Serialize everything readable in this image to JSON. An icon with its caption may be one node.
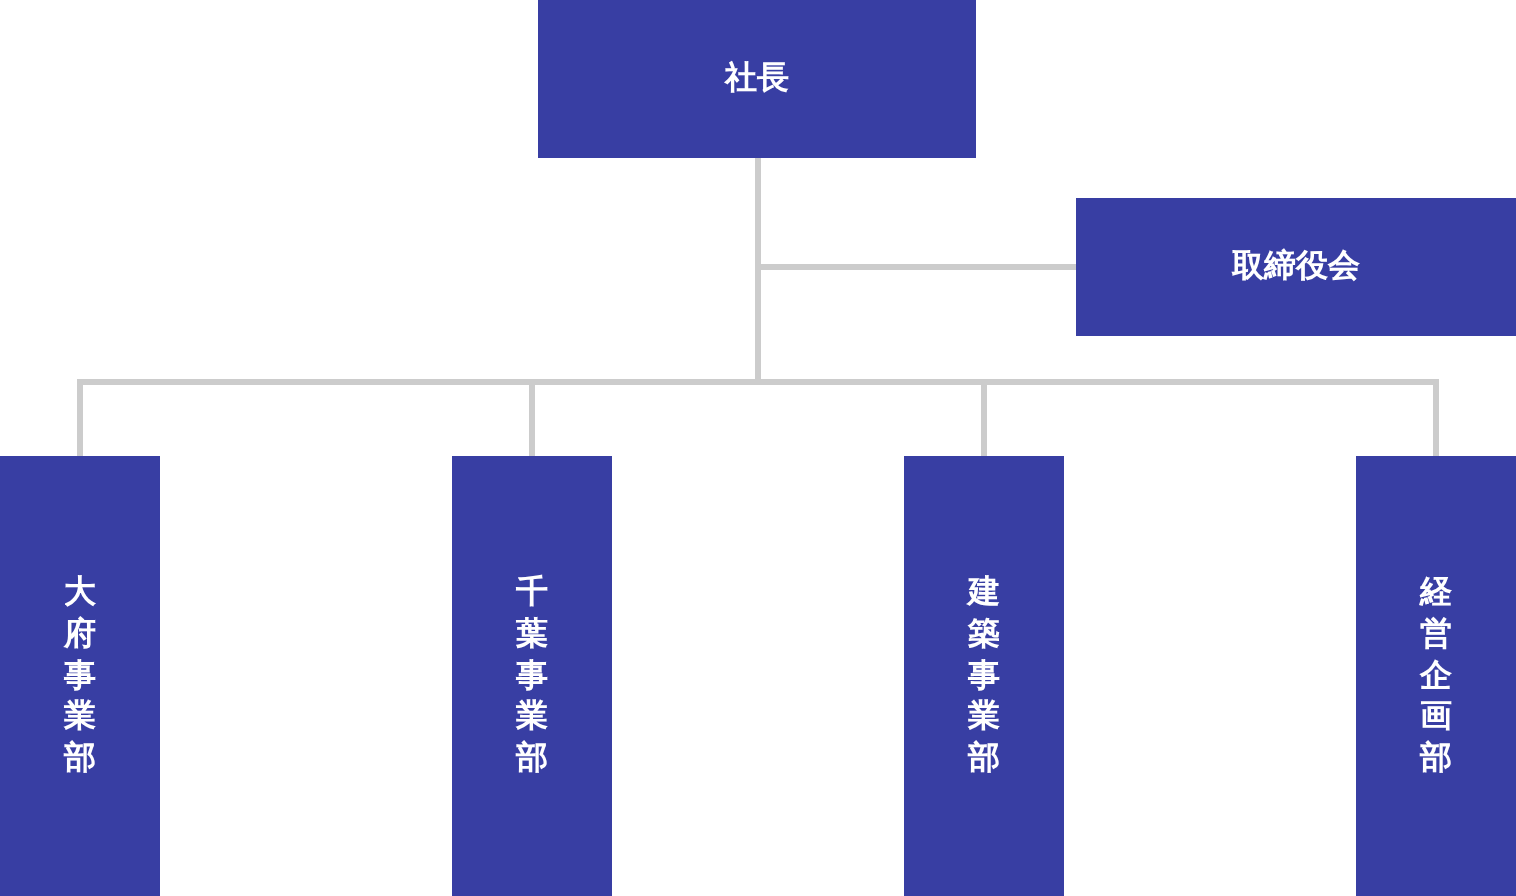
{
  "diagram": {
    "nodes": [
      {
        "text": [
          "社長"
        ]
      },
      {
        "text": [
          "取締役会"
        ]
      },
      {
        "text": [
          "大府事業部"
        ]
      },
      {
        "text": [
          "千葉事業部"
        ]
      },
      {
        "text": [
          "建築事業部"
        ]
      },
      {
        "text": [
          "経営企画部"
        ]
      }
    ],
    "edges": [
      {
        "from": 0,
        "to": 1,
        "arrow": "none"
      },
      {
        "from": 0,
        "to": 2,
        "arrow": "none"
      },
      {
        "from": 0,
        "to": 3,
        "arrow": "none"
      },
      {
        "from": 0,
        "to": 4,
        "arrow": "none"
      },
      {
        "from": 0,
        "to": 5,
        "arrow": "none"
      }
    ]
  }
}
